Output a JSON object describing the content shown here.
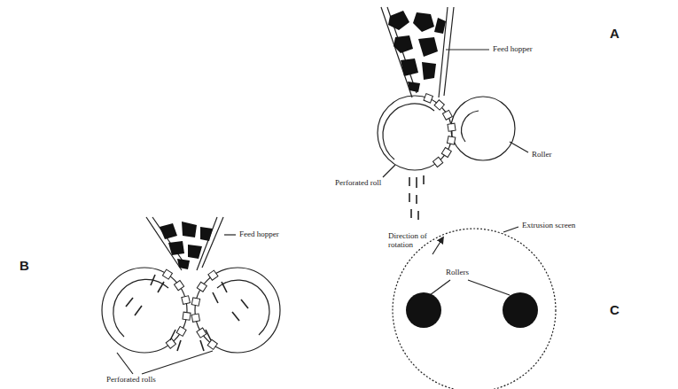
{
  "diagram": {
    "labels": [
      "A",
      "Feed hopper",
      "Perforated roll",
      "Roller",
      "B",
      "Feed hopper",
      "Perforated rolls",
      "Direction of rotation",
      "Extrusion screen",
      "Rollers",
      "C"
    ]
  }
}
